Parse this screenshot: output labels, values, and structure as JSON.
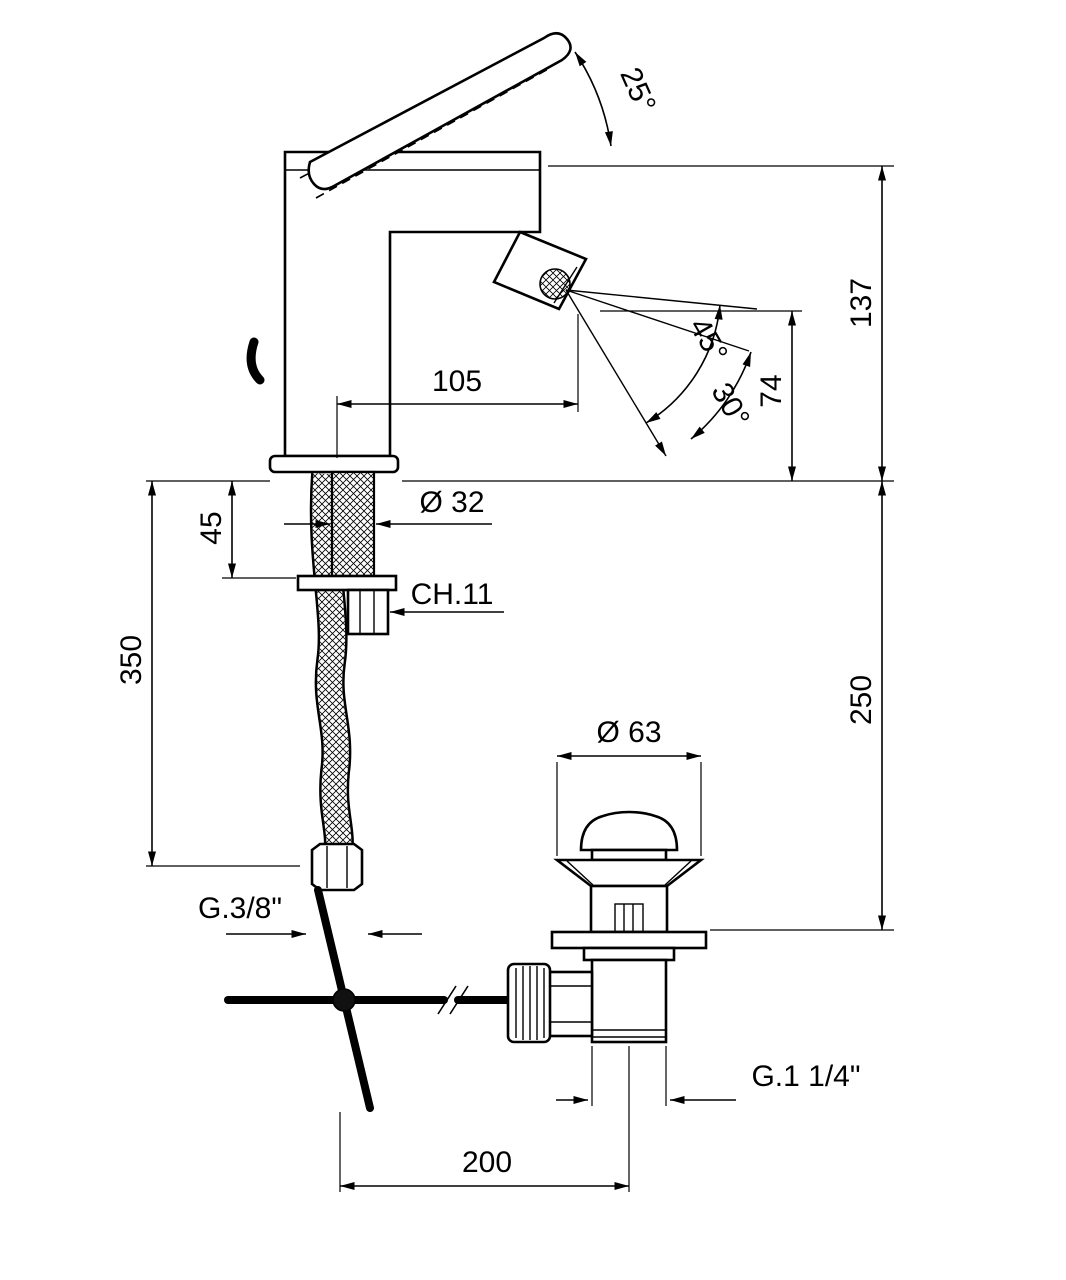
{
  "drawing": {
    "type": "technical-dimension-drawing",
    "subject": "single-lever bidet mixer with pop-up waste",
    "line_color": "#000000",
    "background_color": "#ffffff"
  },
  "labels": {
    "lever_angle": "25°",
    "overall_height": "137",
    "jet_height": "74",
    "spout_reach": "105",
    "jet_angle_max": "45°",
    "jet_angle_min": "30°",
    "shank_diameter": "Ø 32",
    "deck_thickness": "45",
    "wrench_size": "CH.11",
    "hose_length": "350",
    "waste_height": "250",
    "waste_flange_diameter": "Ø 63",
    "hose_thread": "G.3/8\"",
    "waste_thread": "G.1 1/4\"",
    "waste_offset": "200"
  }
}
